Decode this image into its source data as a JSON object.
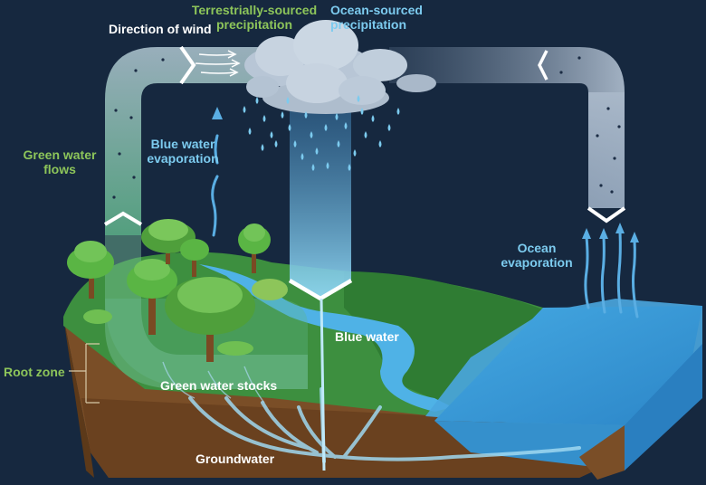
{
  "colors": {
    "background": "#16283f",
    "green_label": "#8dc55a",
    "blue_label": "#7ccbef",
    "white_label": "#ffffff",
    "ocean": "#3a9bd8",
    "soil": "#8a5a2c"
  },
  "labels": {
    "terrestrial_precip": [
      "Terrestrially-sourced",
      "precipitation"
    ],
    "ocean_precip": [
      "Ocean-sourced",
      "precipitation"
    ],
    "wind": "Direction of wind",
    "green_flows": [
      "Green water",
      "flows"
    ],
    "blue_evap": [
      "Blue water",
      "evaporation"
    ],
    "ocean_evap": [
      "Ocean",
      "evaporation"
    ],
    "blue_water": "Blue water",
    "root_zone": "Root zone",
    "green_stocks": "Green water stocks",
    "groundwater": "Groundwater"
  },
  "icons": [
    "cloud-icon",
    "raindrop-icon",
    "tree-icon",
    "wind-arrow-icon",
    "evaporation-arrow-icon"
  ]
}
